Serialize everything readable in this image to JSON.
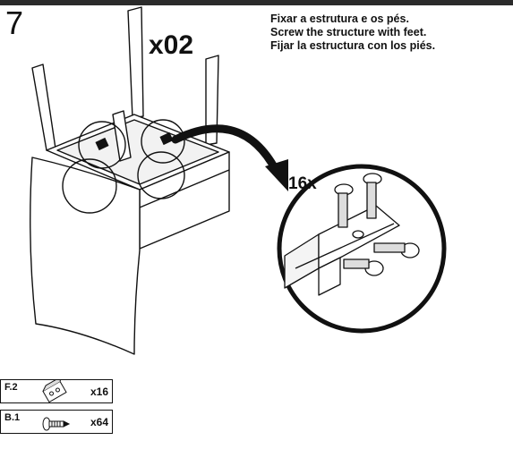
{
  "step": {
    "number": "7",
    "quantity": "x02"
  },
  "instructions": [
    "Fixar a estrutura e os pés.",
    "Screw the structure with feet.",
    "Fijar la estructura con los piés."
  ],
  "callout": {
    "count": "16x"
  },
  "parts": [
    {
      "code": "F.2",
      "count": "x16",
      "icon": "corner-bracket-icon"
    },
    {
      "code": "B.1",
      "count": "x64",
      "icon": "screw-icon"
    }
  ]
}
